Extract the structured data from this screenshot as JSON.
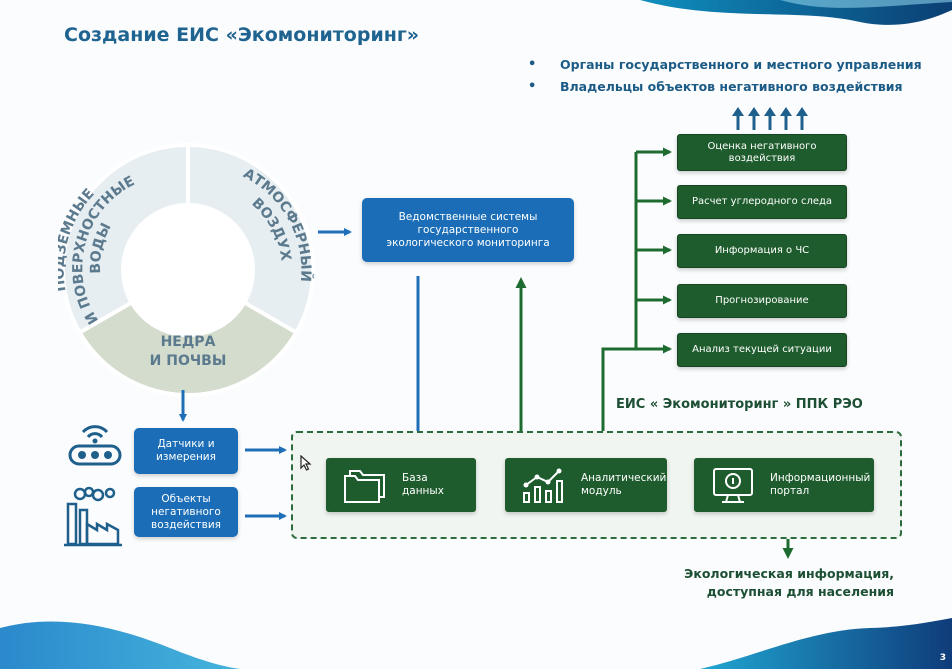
{
  "title": "Создание ЕИС «Экомониторинг»",
  "audience": [
    "Органы государственного и местного управления",
    "Владельцы объектов негативного воздействия"
  ],
  "ring": {
    "segments": [
      {
        "label_lines": [
          "ПОДЗЕМНЫЕ",
          "И ПОВЕРХНОСТНЫЕ",
          "ВОДЫ"
        ]
      },
      {
        "label_lines": [
          "АТМОСФЕРНЫЙ",
          "ВОЗДУХ"
        ]
      },
      {
        "label_lines": [
          "НЕДРА",
          "И ПОЧВЫ"
        ]
      }
    ]
  },
  "agency_systems": "Ведомственные системы государственного экологического мониторинга",
  "inputs": {
    "sensors": "Датчики и измерения",
    "objects": "Объекты негативного воздействия"
  },
  "outputs": [
    "Оценка негативного воздействия",
    "Расчет углеродного следа",
    "Информация о ЧС",
    "Прогнозирование",
    "Анализ текущей ситуации"
  ],
  "platform_title": "ЕИС « Экомониторинг » ППК РЭО",
  "modules": [
    {
      "label": "База\nданных",
      "icon": "folders-icon"
    },
    {
      "label": "Аналитический\nмодуль",
      "icon": "analytics-chart-icon"
    },
    {
      "label": "Информационный\nпортал",
      "icon": "monitor-info-icon"
    }
  ],
  "public_info_lines": [
    "Экологическая информация,",
    "доступная для населения"
  ],
  "page_number": "3",
  "colors": {
    "title_blue": "#1f6390",
    "box_blue": "#1a6db6",
    "box_green": "#1e5c2d",
    "arrow_green": "#1e6b2f",
    "arrow_blue": "#1e6fb8",
    "ring_fill": "#e7eef2",
    "ring_bottom_fill": "#d3dccd",
    "ring_text": "#5c7a8e"
  }
}
